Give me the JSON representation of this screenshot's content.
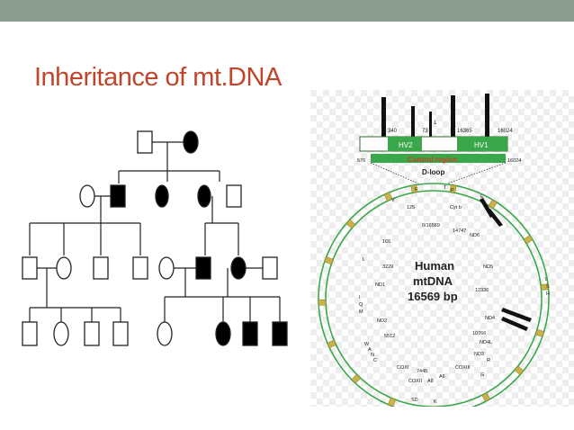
{
  "slide": {
    "title": "Inheritance of mt.DNA",
    "accent_bar_color": "#8a9c8d",
    "title_color": "#c0452a"
  },
  "mtdna_figure": {
    "hv2": "HV2",
    "hv1": "HV1",
    "pos_340": "340",
    "pos_73": "73",
    "pos_1": "1",
    "pos_16365": "16365",
    "pos_16024_top": "16024",
    "pos_576": "576",
    "pos_16024_right": "16024",
    "control_region": "Control region",
    "dloop": "D-loop",
    "center_line1": "Human",
    "center_line2": "mtDNA",
    "center_line3": "16569 bp",
    "pos_125": "125",
    "pos_0_16569": "0/16569",
    "pos_14747": "14747",
    "pos_165": "165",
    "pos_3229": "3229",
    "pos_12336": "12336",
    "pos_5512": "5512",
    "pos_10766": "10766",
    "pos_7445": "7445",
    "gene_cytb": "Cyt b",
    "gene_nd6": "ND6",
    "gene_nd5": "ND5",
    "gene_nd1": "ND1",
    "gene_nd2": "ND2",
    "gene_nd4": "ND4",
    "gene_nd4l": "ND4L",
    "gene_nd3": "ND3",
    "gene_coi": "COXI",
    "gene_coii": "COXII",
    "gene_coiii": "COXIII",
    "gene_a8": "A8",
    "gene_a6": "A6",
    "trna_v": "V",
    "trna_f": "F",
    "trna_t": "T",
    "trna_p": "P",
    "trna_e": "E",
    "trna_l": "L",
    "trna_lsh": "L\nS\nH",
    "trna_l2": "L",
    "trna_s": "S",
    "trna_h": "H",
    "trna_i": "I",
    "trna_q": "Q",
    "trna_m": "M",
    "trna_wanc": "W\nA\nN\nC",
    "trna_w": "W",
    "trna_a": "A",
    "trna_n": "N",
    "trna_c": "C",
    "trna_r": "R",
    "trna_g": "G",
    "trna_k": "K",
    "trna_sd": "SD"
  }
}
